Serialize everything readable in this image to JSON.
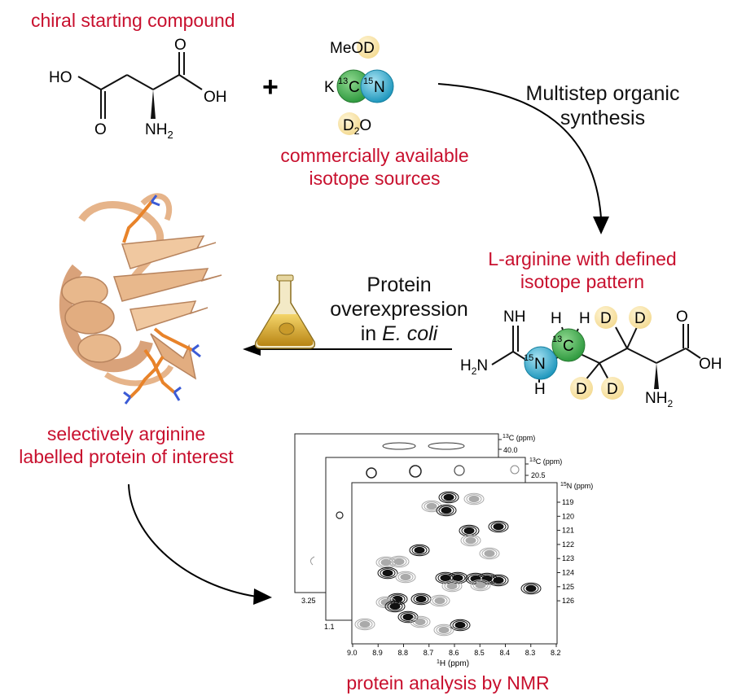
{
  "labels": {
    "chiral_starting": "chiral starting compound",
    "commercial_line1": "commercially available",
    "commercial_line2": "isotope sources",
    "multistep_line1": "Multistep organic",
    "multistep_line2": "synthesis",
    "arginine_line1": "L-arginine with defined",
    "arginine_line2": "isotope pattern",
    "protein_line1": "Protein",
    "protein_line2": "overexpression",
    "protein_line3_prefix": "in ",
    "protein_line3_italic": "E. coli",
    "selectively_line1": "selectively arginine",
    "selectively_line2": "labelled protein of interest",
    "nmr_analysis": "protein analysis by NMR"
  },
  "chem": {
    "ho": "HO",
    "oh": "OH",
    "o": "O",
    "nh2": "NH",
    "two": "2",
    "plus": "+",
    "meod": "MeOD",
    "k": "K",
    "c13_mass": "13",
    "c": "C",
    "n15_mass": "15",
    "n": "N",
    "d2o_d": "D",
    "d2o_2": "2",
    "d2o_o": "O",
    "nh": "NH",
    "h2n": "H",
    "h2n_2": "2",
    "h2n_n": "N",
    "h": "H",
    "d": "D"
  },
  "colors": {
    "label_red": "#c8102e",
    "carbon13_green": "#3aa64a",
    "nitrogen15_blue": "#2aa7c9",
    "deuterium_yellow": "#f6e2a6",
    "protein_tan": "#e8b88c",
    "arginine_orange": "#e8832a",
    "flask_gold": "#d9a520"
  },
  "nmr": {
    "axis_x_label": "H (ppm)",
    "axis_x_mass": "1",
    "x_ticks": [
      "9.0",
      "8.9",
      "8.8",
      "8.7",
      "8.6",
      "8.5",
      "8.4",
      "8.3",
      "8.2"
    ],
    "y_ticks": [
      "119",
      "120",
      "121",
      "122",
      "123",
      "124",
      "125",
      "126"
    ],
    "y_axis_label": "N (ppm)",
    "y_axis_mass": "15",
    "plane2_label": "C (ppm)",
    "plane2_mass": "13",
    "plane2_value": "20.5",
    "plane3_label": "C (ppm)",
    "plane3_mass": "13",
    "plane3_value": "40.0",
    "plane2_x_tick": "1.1",
    "plane3_x_tick": "3.25"
  }
}
